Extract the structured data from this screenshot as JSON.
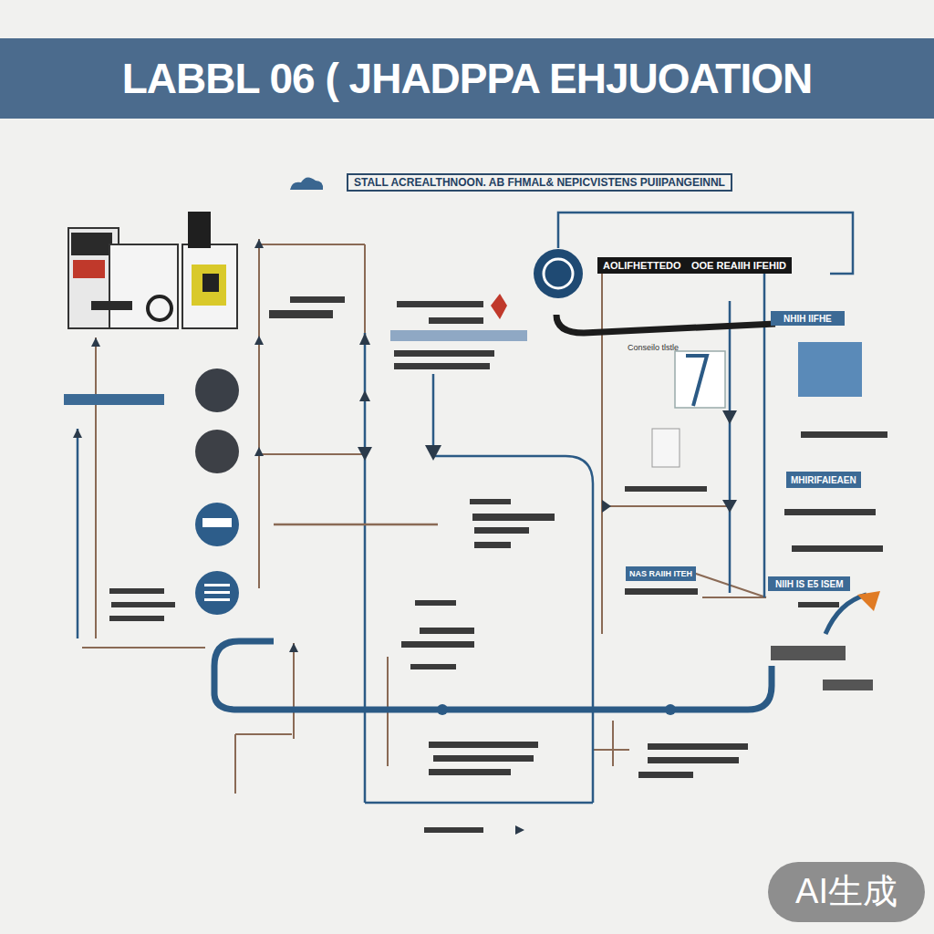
{
  "diagram": {
    "title": "LABBL 06 ( JHADPPA EHJUOATION",
    "nodes": [
      {
        "text": [
          "STALL ACREALTHNOON. AB FHMAL& NEPICVISTENS PUIIPANGEINNL"
        ]
      },
      {
        "text": [
          "AOLIFHETTEDO"
        ]
      },
      {
        "text": [
          "OOE REAIIH IFEHID"
        ]
      },
      {
        "text": [
          "NHIH IIFHE"
        ]
      },
      {
        "text": [
          "MHIRIFAIEAEN"
        ]
      },
      {
        "text": [
          "NAS RAIIH ITEH"
        ]
      },
      {
        "text": [
          "NIIH IS E5 ISEM"
        ]
      }
    ],
    "labels": [
      "Conseilo tlstle",
      "AI生成"
    ]
  }
}
